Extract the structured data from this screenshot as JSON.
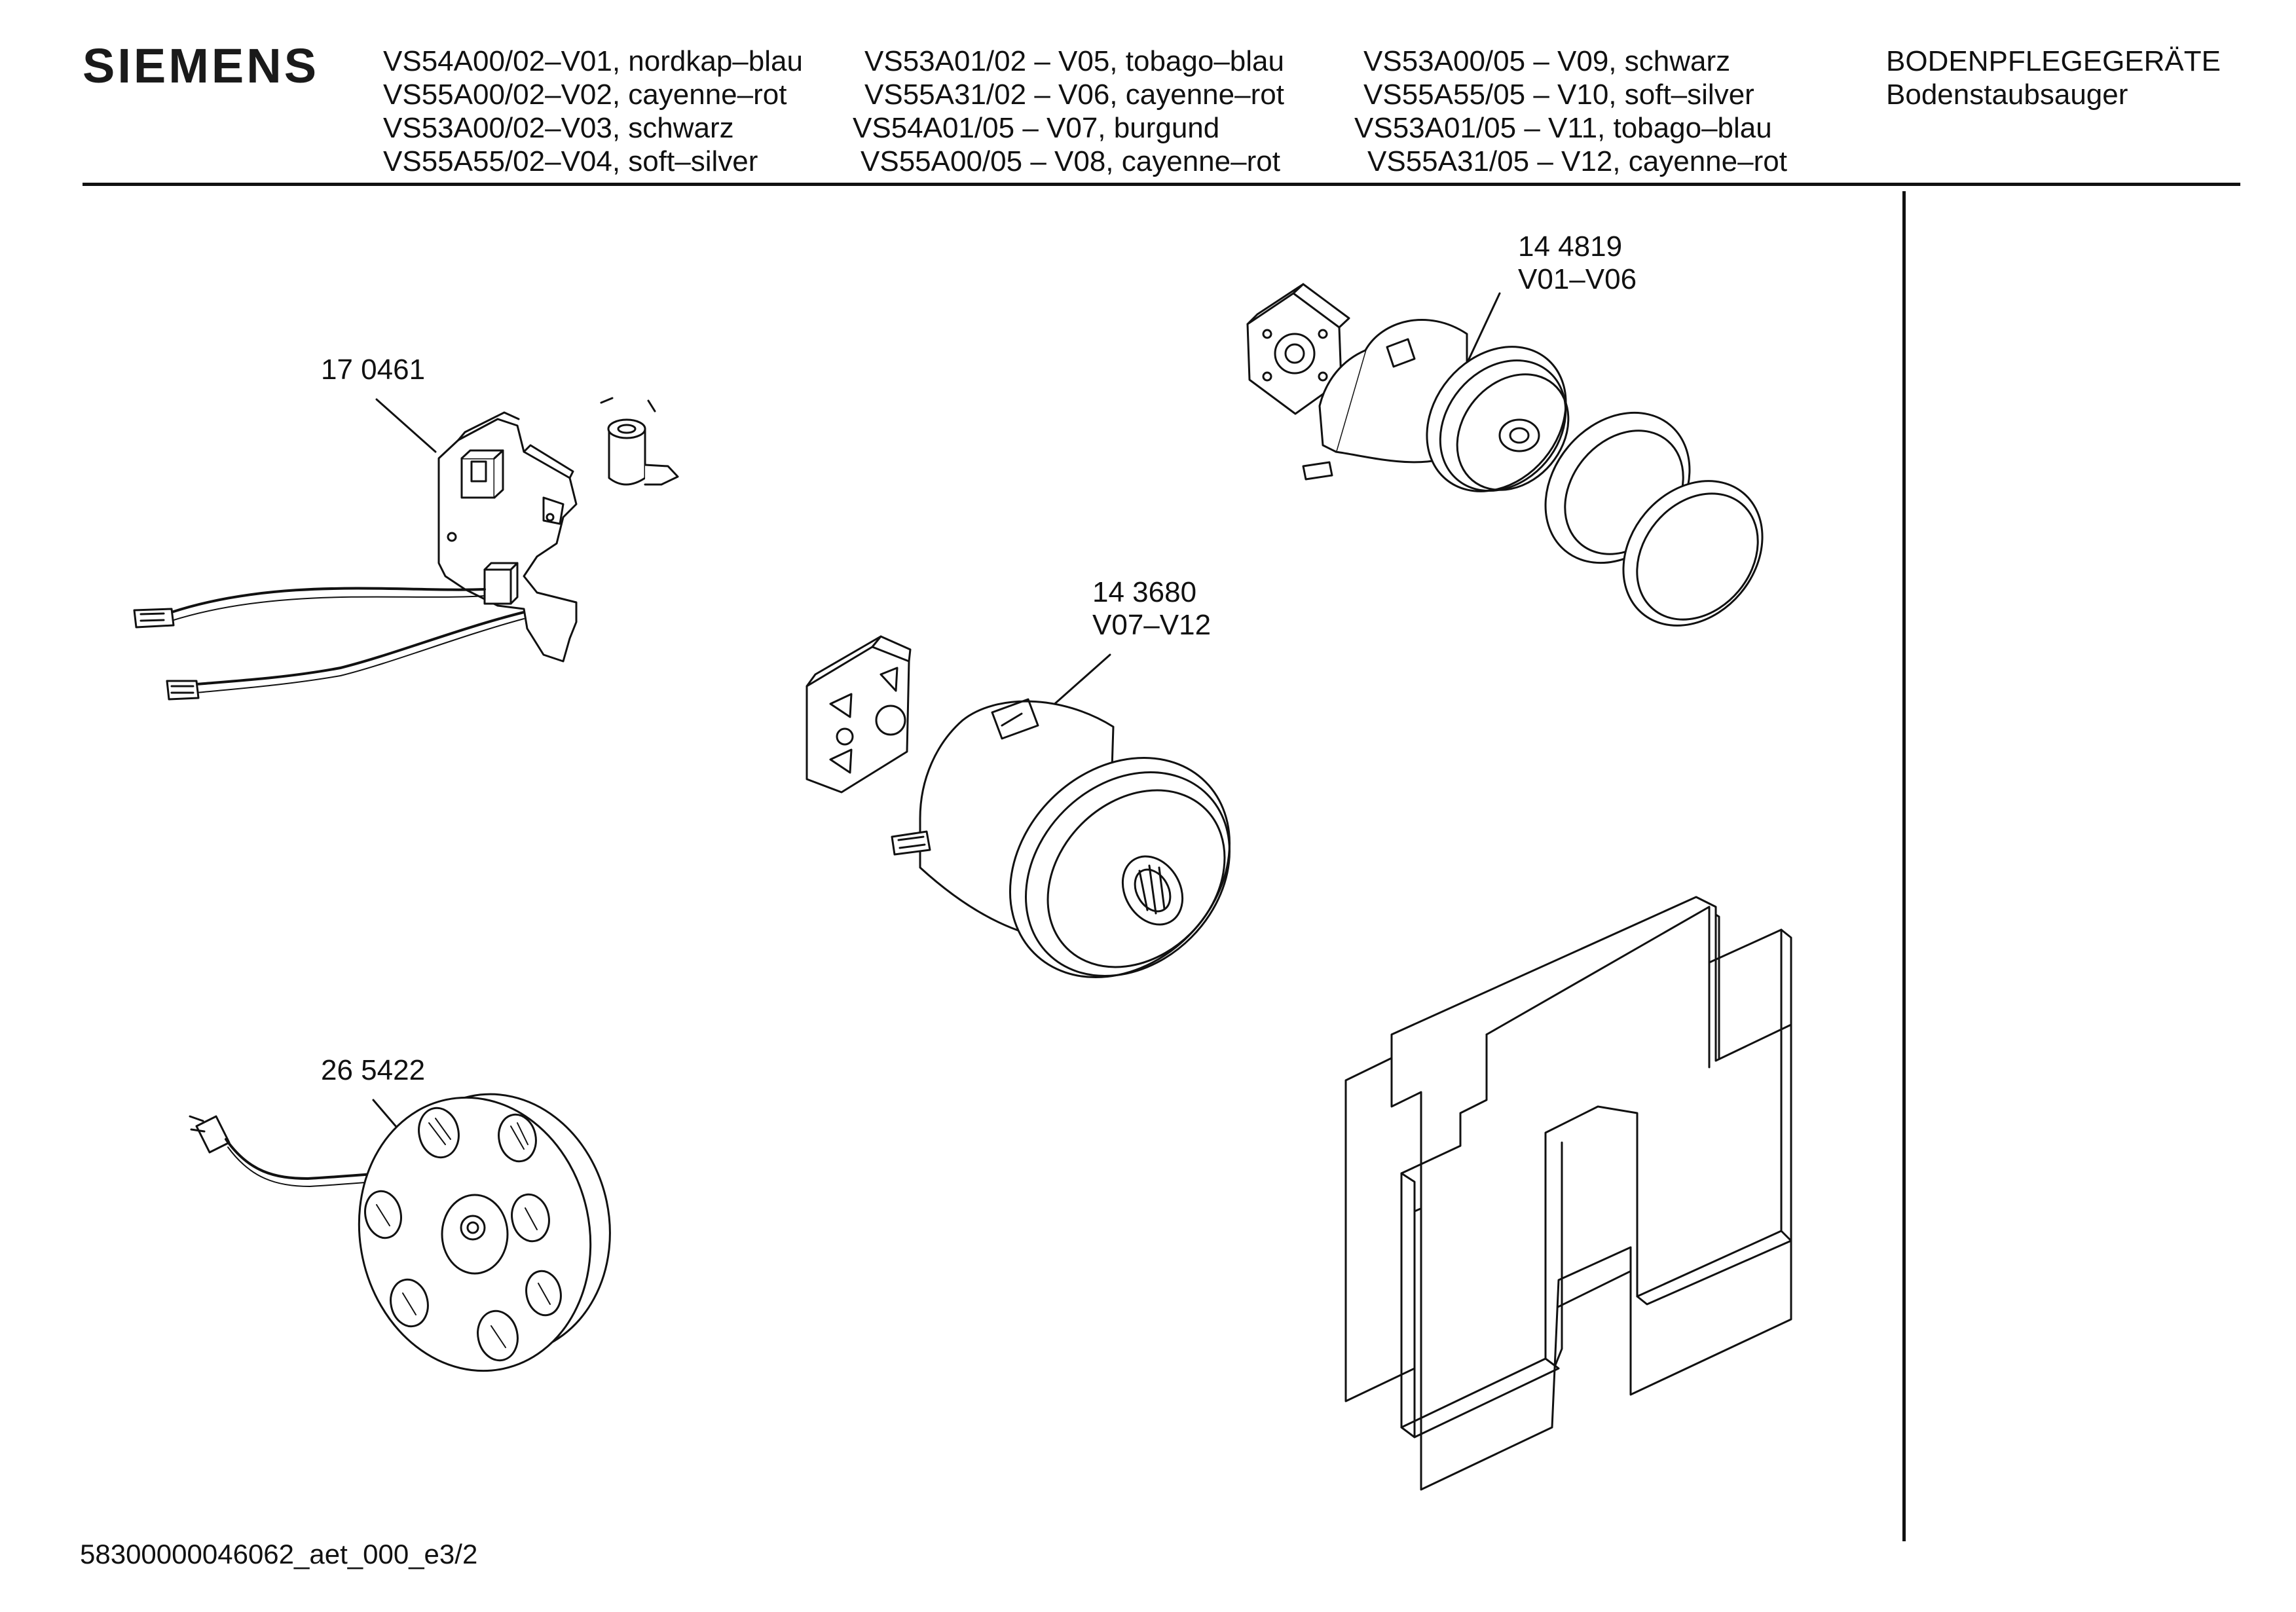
{
  "header": {
    "brand": "SIEMENS",
    "variant_columns": [
      [
        "VS54A00/02–V01, nordkap–blau",
        "VS55A00/02–V02, cayenne–rot",
        "VS53A00/02–V03, schwarz",
        "VS55A55/02–V04, soft–silver"
      ],
      [
        "VS53A01/02 – V05,  tobago–blau",
        "VS55A31/02 – V06,  cayenne–rot",
        "VS54A01/05 – V07,  burgund",
        "VS55A00/05 – V08,  cayenne–rot"
      ],
      [
        "VS53A00/05 – V09, schwarz",
        "VS55A55/05 – V10, soft–silver",
        "VS53A01/05 – V11, tobago–blau",
        "VS55A31/05 – V12, cayenne–rot"
      ]
    ],
    "category": "BODENPFLEGEGERÄTE",
    "subcategory": "Bodenstaubsauger"
  },
  "parts": [
    {
      "number": "17 0461",
      "variants": ""
    },
    {
      "number": "14 4819",
      "variants": "V01–V06"
    },
    {
      "number": "14 3680",
      "variants": "V07–V12"
    },
    {
      "number": "26 5422",
      "variants": ""
    }
  ],
  "footer": {
    "code": "58300000046062_aet_000_e3/2"
  }
}
